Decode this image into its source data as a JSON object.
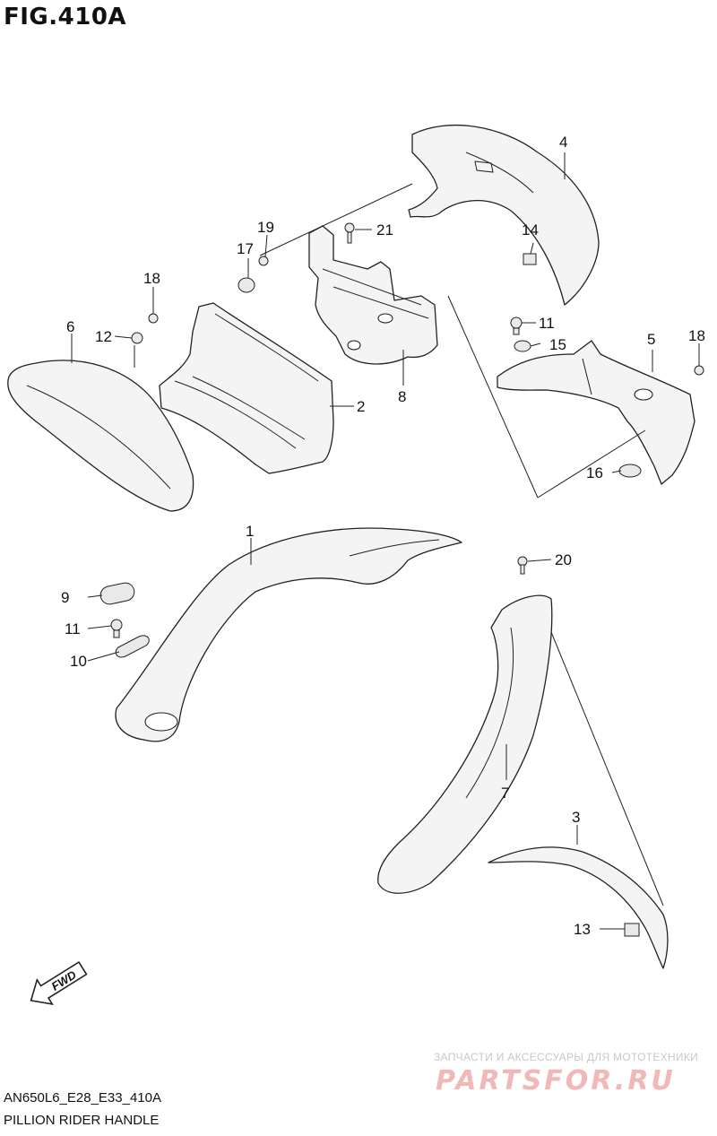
{
  "figure": {
    "title": "FIG.410A",
    "code": "AN650L6_E28_E33_410A",
    "caption": "PILLION RIDER HANDLE"
  },
  "direction_marker": "FWD",
  "callouts": [
    "1",
    "2",
    "3",
    "4",
    "5",
    "6",
    "7",
    "8",
    "9",
    "10",
    "11",
    "11",
    "12",
    "13",
    "14",
    "15",
    "16",
    "17",
    "18",
    "18",
    "19",
    "20",
    "21"
  ],
  "watermark": {
    "line1": "ЗАПЧАСТИ И АКСЕССУАРЫ ДЛЯ МОТОТЕХНИКИ",
    "logo": "PARTSFOR.RU"
  },
  "colors": {
    "line": "#222222",
    "fill": "#f4f4f4",
    "watermark": "#f2b7b7"
  }
}
